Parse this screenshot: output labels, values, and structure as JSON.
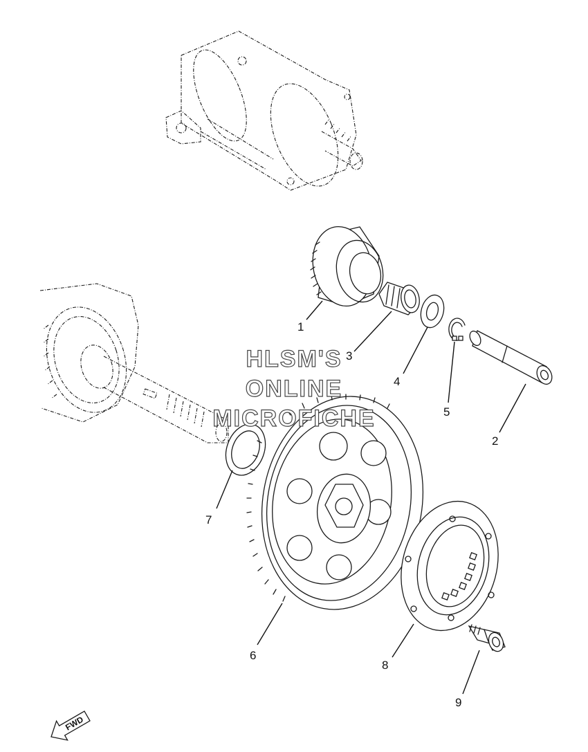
{
  "watermark": {
    "line1": "HLSM'S",
    "line2": "ONLINE",
    "line3": "MICROFICHE"
  },
  "callouts": [
    "1",
    "2",
    "3",
    "4",
    "5",
    "6",
    "7",
    "8",
    "9"
  ],
  "fwd_label": "FWD",
  "icons": {
    "direction_arrow": "fwd-arrow-icon"
  }
}
